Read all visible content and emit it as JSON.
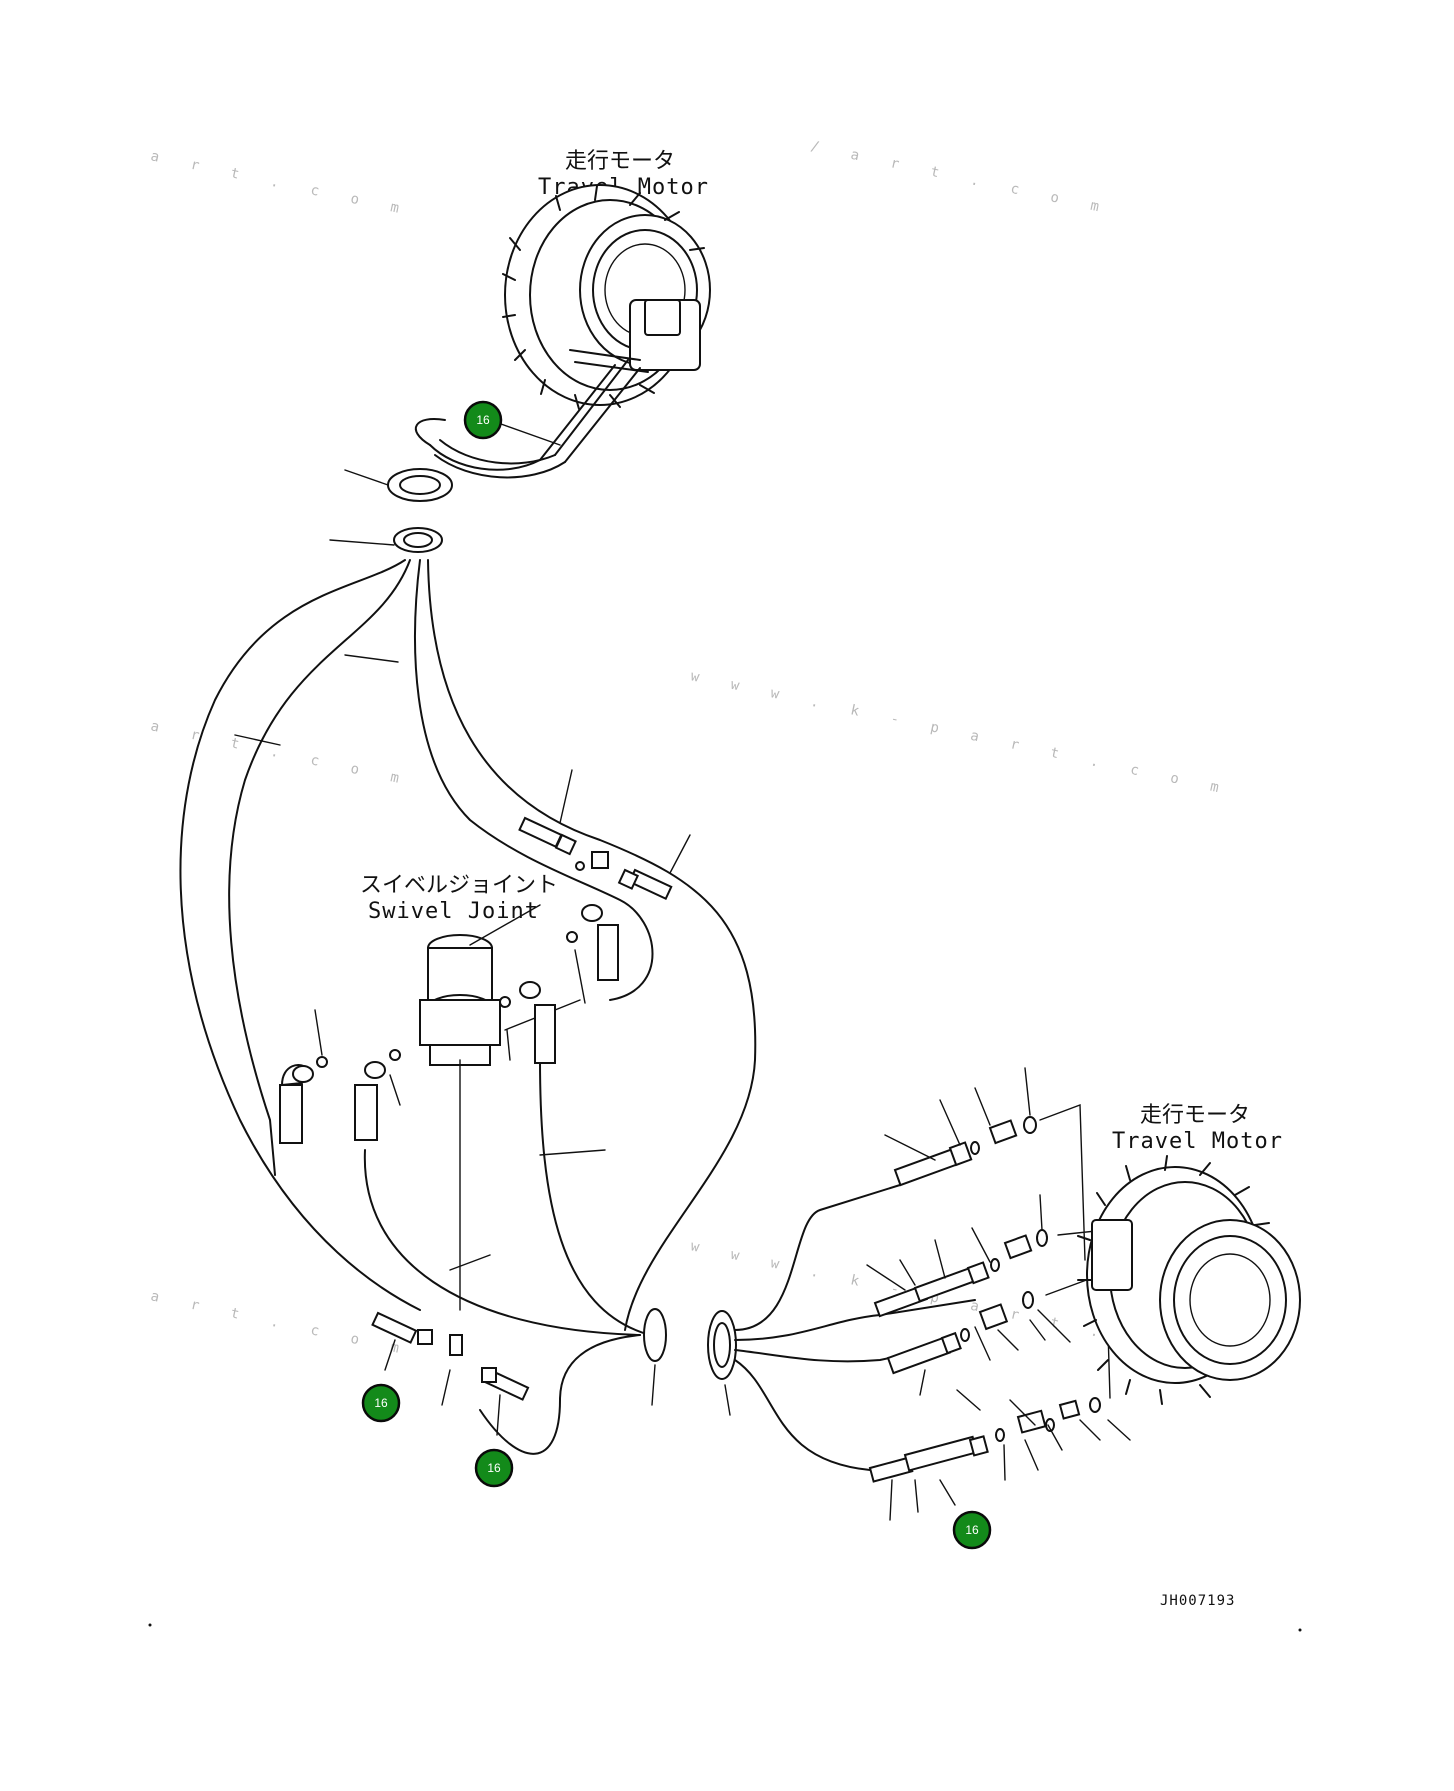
{
  "labels": {
    "travel_motor_top_jp": "走行モータ",
    "travel_motor_top_en": "Travel Motor",
    "travel_motor_right_jp": "走行モータ",
    "travel_motor_right_en": "Travel Motor",
    "swivel_joint_jp": "スイベルジョイント",
    "swivel_joint_en": "Swivel Joint"
  },
  "drawing_code": "JH007193",
  "watermarks": [
    "a r t . c o m",
    "/ a r t . c o m",
    "w w w . k - p a r t . c o m",
    "a r t . c o m",
    "w w w . k - p a r t . c o m",
    "a r t . c o m"
  ],
  "badges": [
    {
      "id": "badge-1",
      "text": "16"
    },
    {
      "id": "badge-2",
      "text": "16"
    },
    {
      "id": "badge-3",
      "text": "16"
    },
    {
      "id": "badge-4",
      "text": "16"
    }
  ],
  "colors": {
    "badge_fill": "#138a1a",
    "badge_text": "#ffffff",
    "line": "#111111",
    "watermark": "#b9b9b9"
  }
}
